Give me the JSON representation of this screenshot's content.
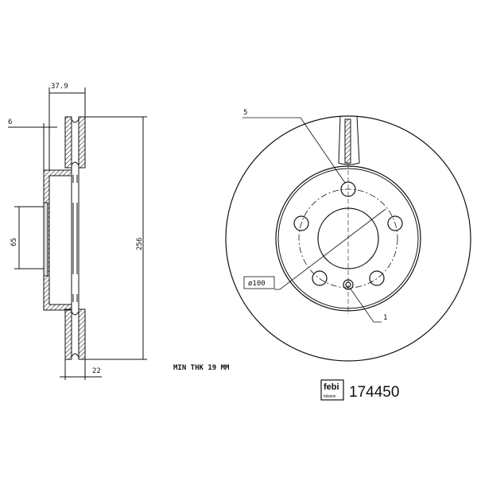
{
  "side_view": {
    "dim_offset": "37.9",
    "dim_hat_thickness": "6",
    "dim_center_bore": "65",
    "dim_outer_diameter": "256",
    "dim_thickness": "22"
  },
  "front_view": {
    "bolt_hole_count_label": "5",
    "pitch_circle_label": "ø100",
    "locating_hole_label": "1"
  },
  "note": "MIN THK 19 MM",
  "brand": {
    "logo_text": "febi",
    "logo_subtext": "bilstein"
  },
  "part_number": "174450"
}
